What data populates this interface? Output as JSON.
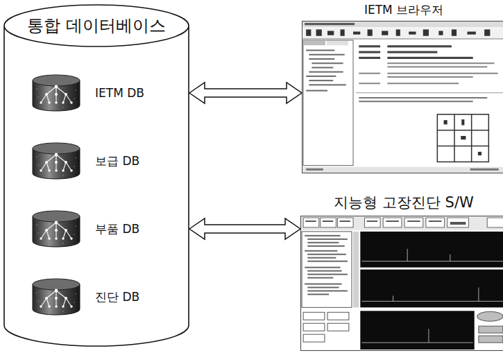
{
  "diagram": {
    "nodes": [
      {
        "text": [
          "통합 데이터베이스"
        ]
      },
      {
        "text": [
          "IETM DB"
        ],
        "in": 0
      },
      {
        "text": [
          "보급 DB"
        ],
        "in": 0
      },
      {
        "text": [
          "부품 DB"
        ],
        "in": 0
      },
      {
        "text": [
          "진단 DB"
        ],
        "in": 0
      },
      {
        "text": [
          "IETM 브라우저"
        ]
      },
      {
        "text": [
          "지능형 고장진단 S/W"
        ]
      }
    ],
    "edges": [
      {
        "from": 0,
        "to": 5,
        "arrow": "both"
      },
      {
        "from": 0,
        "to": 6,
        "arrow": "both"
      }
    ]
  }
}
